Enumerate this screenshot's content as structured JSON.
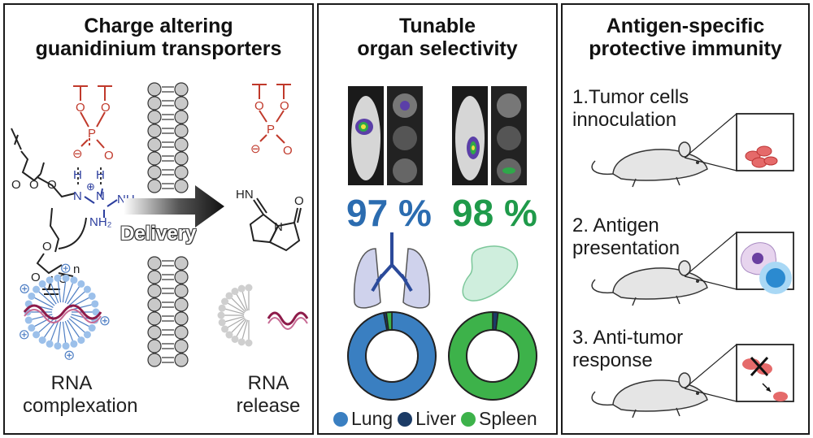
{
  "panel_left": {
    "title_line1": "Charge altering",
    "title_line2": "guanidinium transporters",
    "arrow_label": "Delivery",
    "left_caption_line1": "RNA",
    "left_caption_line2": "complexation",
    "right_caption_line1": "RNA",
    "right_caption_line2": "release",
    "chem_labels": {
      "P": "P",
      "O": "O",
      "H": "H",
      "N": "N",
      "NH": "NH",
      "NH2": "NH₂",
      "HN": "HN",
      "n": "n",
      "minus": "⊖",
      "plus": "⊕"
    }
  },
  "panel_middle": {
    "title_line1": "Tunable",
    "title_line2": "organ selectivity",
    "lung_percent": "97 %",
    "spleen_percent": "98 %",
    "legend": [
      {
        "label": "Lung",
        "color": "#3a7fc1"
      },
      {
        "label": "Liver",
        "color": "#1b3b66"
      },
      {
        "label": "Spleen",
        "color": "#3db24a"
      }
    ]
  },
  "panel_right": {
    "title_line1": "Antigen-specific",
    "title_line2": "protective immunity",
    "steps": [
      {
        "line1": "1.Tumor cells",
        "line2": "innoculation"
      },
      {
        "line1": "2. Antigen",
        "line2": "presentation"
      },
      {
        "line1": "3. Anti-tumor",
        "line2": "response"
      }
    ]
  },
  "chart_data": [
    {
      "type": "pie",
      "title": "",
      "categories": [
        "Lung",
        "Liver",
        "Spleen"
      ],
      "values": [
        97,
        1,
        2
      ],
      "colors": [
        "#3a7fc1",
        "#1b3b66",
        "#3db24a"
      ]
    },
    {
      "type": "pie",
      "title": "",
      "categories": [
        "Lung",
        "Liver",
        "Spleen"
      ],
      "values": [
        0,
        2,
        98
      ],
      "colors": [
        "#3a7fc1",
        "#1b3b66",
        "#3db24a"
      ]
    }
  ],
  "colors": {
    "phosphate": "#c0392b",
    "guanidinium": "#2c3e9e",
    "lung_text": "#2b6cb0",
    "spleen_text": "#1f9a4a",
    "border": "#1a1a1a"
  }
}
